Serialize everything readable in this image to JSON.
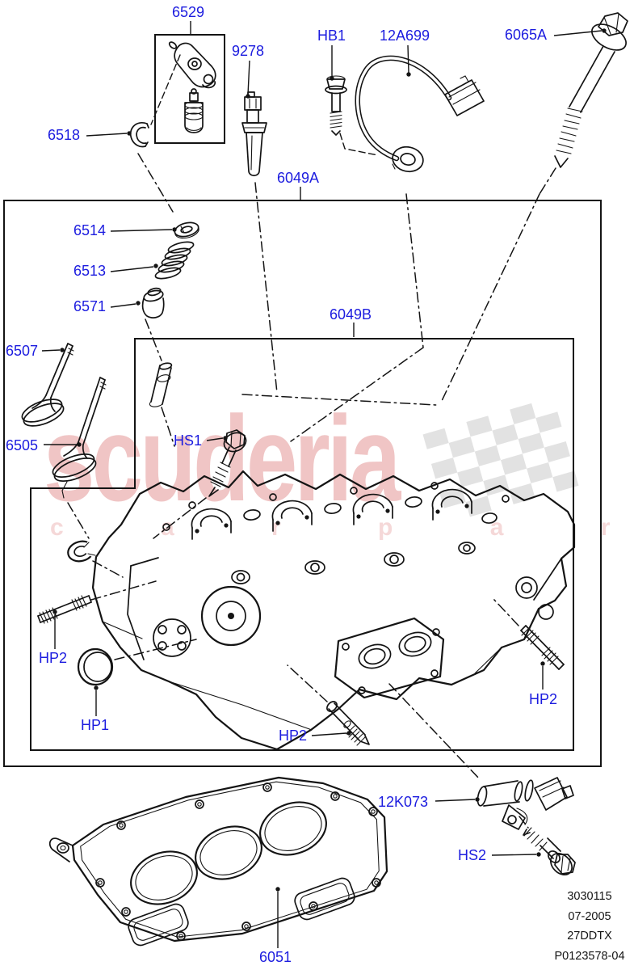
{
  "title": "Cylinder Head exploded parts diagram",
  "colors": {
    "callout_blue": "#1c1cdf",
    "line_black": "#141414",
    "watermark_pink": "rgba(205,62,62,0.30)",
    "flag_gray": "#e2e2e2"
  },
  "watermark": {
    "brand": "scuderia",
    "tagline": "c a r p a r t s"
  },
  "callouts": [
    {
      "code": "6529",
      "part": "rocker-arm-and-lash-adjuster"
    },
    {
      "code": "9278",
      "part": "glow-plug"
    },
    {
      "code": "HB1",
      "part": "sensor-bolt"
    },
    {
      "code": "12A699",
      "part": "knock-sensor-with-harness"
    },
    {
      "code": "6065A",
      "part": "cylinder-head-bolt"
    },
    {
      "code": "6518",
      "part": "retaining-clip"
    },
    {
      "code": "6049A",
      "part": "cylinder-head-assembly-group"
    },
    {
      "code": "6514",
      "part": "valve-spring-retainer"
    },
    {
      "code": "6513",
      "part": "valve-spring"
    },
    {
      "code": "6571",
      "part": "valve-stem-seal"
    },
    {
      "code": "6049B",
      "part": "bare-cylinder-head-group"
    },
    {
      "code": "6507",
      "part": "exhaust-valve"
    },
    {
      "code": "6505",
      "part": "intake-valve"
    },
    {
      "code": "HS1",
      "part": "flange-head-bolt"
    },
    {
      "code": "HP2",
      "part": "stud-bolt-left"
    },
    {
      "code": "HP1",
      "part": "cup-plug"
    },
    {
      "code": "HP2",
      "part": "stud-bolt-bottom"
    },
    {
      "code": "HP2",
      "part": "stud-bolt-right"
    },
    {
      "code": "12K073",
      "part": "camshaft-position-sensor"
    },
    {
      "code": "HS2",
      "part": "sensor-mounting-bolt"
    },
    {
      "code": "6051",
      "part": "head-gasket"
    }
  ],
  "plate": {
    "lines": [
      "3030115",
      "07-2005",
      "27DDTX",
      "P0123578-04"
    ]
  }
}
